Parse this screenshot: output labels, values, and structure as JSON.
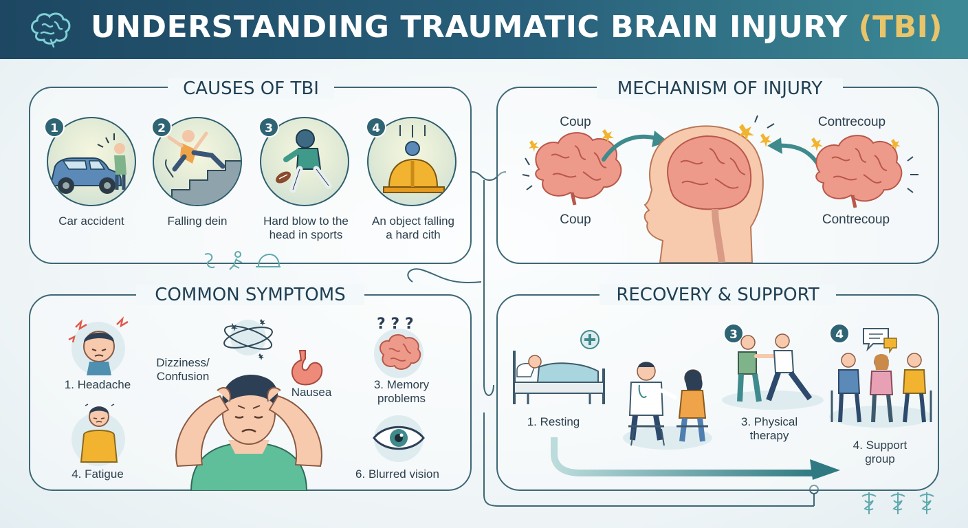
{
  "header": {
    "title_main": "UNDERSTANDING TRAUMATIC BRAIN INJURY ",
    "title_accent": "(TBI)"
  },
  "causes": {
    "title": "CAUSES OF TBI",
    "items": [
      {
        "number": "1",
        "label": "Car accident",
        "icon": "car-accident-icon"
      },
      {
        "number": "2",
        "label": "Falling dein",
        "icon": "falling-stairs-icon"
      },
      {
        "number": "3",
        "label_line1": "Hard blow to the",
        "label_line2": "head in sports",
        "icon": "football-player-icon"
      },
      {
        "number": "4",
        "label_line1": "An object falling",
        "label_line2": "a hard cith",
        "icon": "hard-hat-icon"
      }
    ]
  },
  "mechanism": {
    "title": "MECHANISM OF INJURY",
    "coup_top": "Coup",
    "coup_bottom": "Coup",
    "contrecoup_top": "Contrecoup",
    "contrecoup_bottom": "Contrecoup"
  },
  "symptoms": {
    "title": "COMMON SYMPTOMS",
    "headache": "1. Headache",
    "dizziness_line1": "Dizziness/",
    "dizziness_line2": "Confusion",
    "nausea": "Nausea",
    "memory_line1": "3. Memory",
    "memory_line2": "problems",
    "fatigue": "4. Fatigue",
    "blurred": "6. Blurred vision"
  },
  "recovery": {
    "title": "RECOVERY & SUPPORT",
    "resting": "1. Resting",
    "physical_number": "3",
    "physical_line1": "3. Physical",
    "physical_line2": "therapy",
    "support_number": "4",
    "support_line1": "4. Support",
    "support_line2": "group"
  },
  "colors": {
    "header_dark": "#1d4762",
    "accent_gold": "#e8c46a",
    "panel_border": "#3d6775",
    "brain_pink": "#ee9a8a",
    "teal": "#3f8a8c"
  }
}
